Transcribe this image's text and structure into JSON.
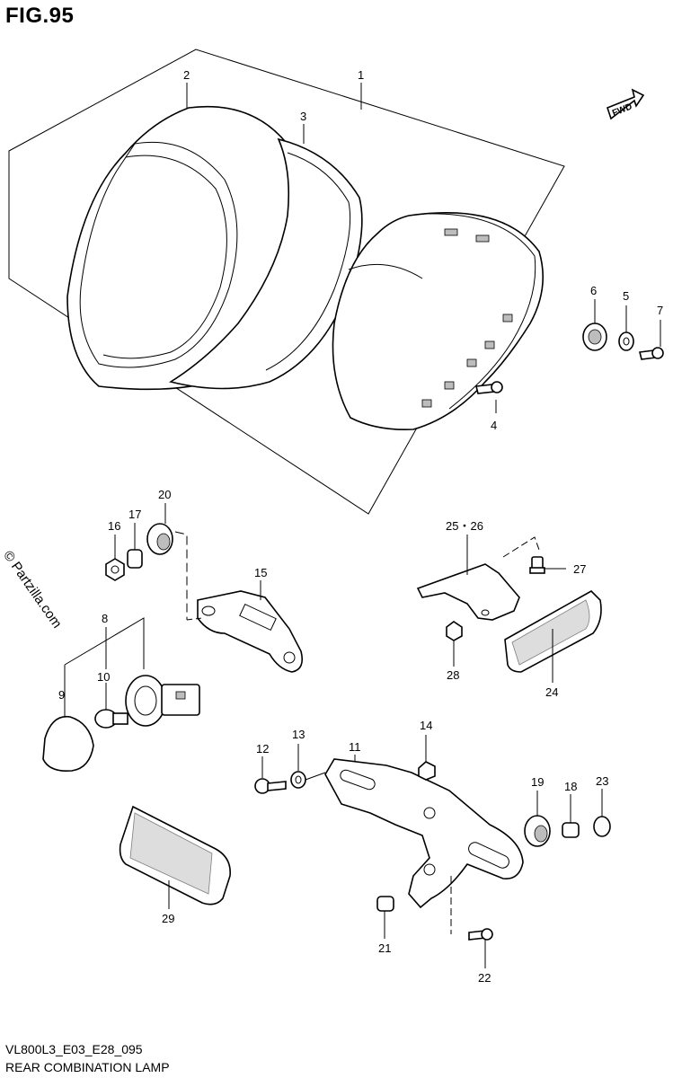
{
  "figure": {
    "title": "FIG.95"
  },
  "direction_marker": {
    "label": "FWD",
    "icon": "forward-arrow-icon"
  },
  "watermark": "© Partzilla.com",
  "callouts": {
    "p1": "1",
    "p2": "2",
    "p3": "3",
    "p4": "4",
    "p5": "5",
    "p6": "6",
    "p7": "7",
    "p8": "8",
    "p9": "9",
    "p10": "10",
    "p11": "11",
    "p12": "12",
    "p13": "13",
    "p14": "14",
    "p15": "15",
    "p16": "16",
    "p17": "17",
    "p18": "18",
    "p19": "19",
    "p20": "20",
    "p21": "21",
    "p22": "22",
    "p23": "23",
    "p24": "24",
    "p25_26": "25・26",
    "p27": "27",
    "p28": "28",
    "p29": "29"
  },
  "footer": {
    "code": "VL800L3_E03_E28_095",
    "name": "REAR COMBINATION LAMP"
  }
}
